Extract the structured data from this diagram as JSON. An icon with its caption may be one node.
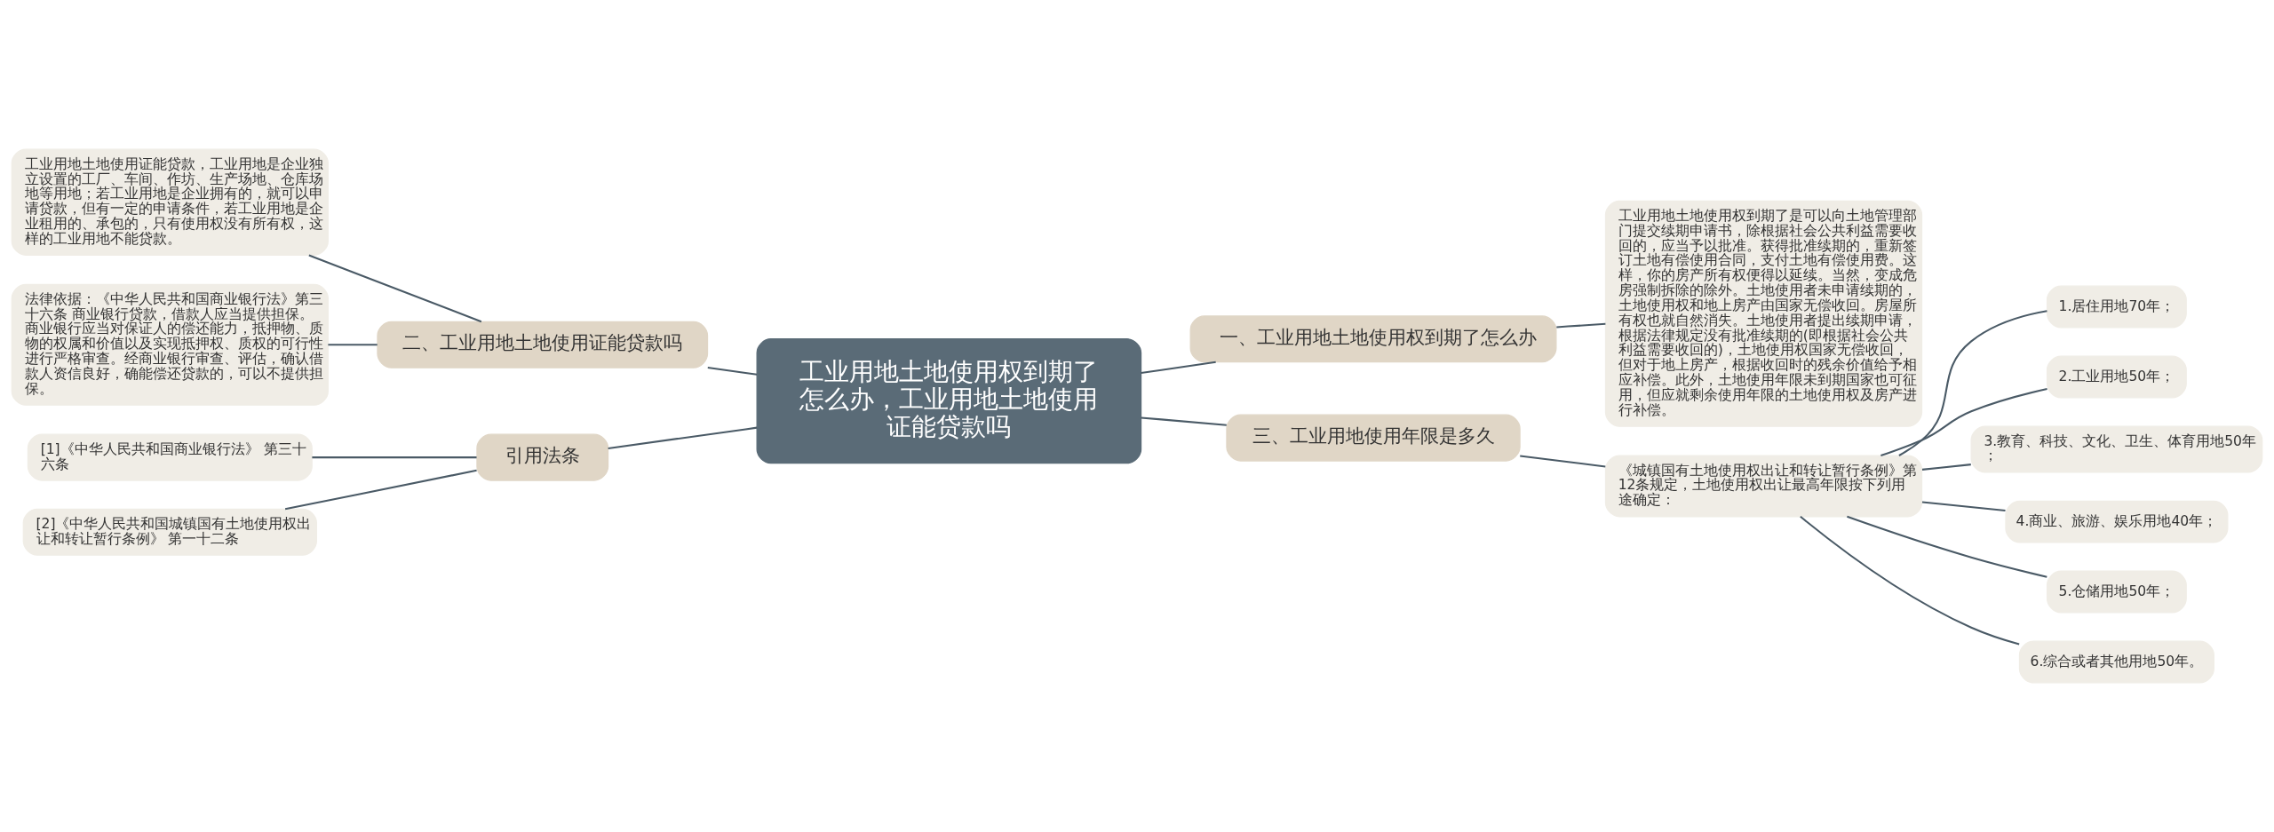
{
  "diagram": {
    "nodes": [
      {
        "text": [
          "工业用地土地使用权到期了怎么办，工业用地土地使用证能贷款吗"
        ]
      },
      {
        "text": [
          "一、工业用地土地使用权到期了怎么办"
        ]
      },
      {
        "text": [
          "工业用地土地使用权到期了是可以向土地管理部门提交续期申请书，除根据社会公共利益需要收回的，应当予以批准。获得批准续期的，重新签订土地有偿使用合同，支付土地有偿使用费。这样，你的房产所有权便得以延续。当然，变成危房强制拆除的除外。土地使用者未申请续期的，土地使用权和地上房产由国家无偿收回。房屋所有权也就自然消失。土地使用者提出续期申请，根据法律规定没有批准续期的(即根据社会公共利益需要收回的)，土地使用权国家无偿收回，但对于地上房产，根据收回时的残余价值给予相应补偿。此外，土地使用年限未到期国家也可征用，但应就剩余使用年限的土地使用权及房产进行补偿。"
        ]
      },
      {
        "text": [
          "二、工业用地土地使用证能贷款吗"
        ]
      },
      {
        "text": [
          "工业用地土地使用证能贷款，工业用地是企业独立设置的工厂、车间、作坊、生产场地、仓库场地等用地；若工业用地是企业拥有的，就可以申请贷款，但有一定的申请条件，若工业用地是企业租用的、承包的，只有使用权没有所有权，这样的工业用地不能贷款。"
        ]
      },
      {
        "text": [
          "法律依据：《中华人民共和国商业银行法》第三十六条 商业银行贷款，借款人应当提供担保。商业银行应当对保证人的偿还能力，抵押物、质物的权属和价值以及实现抵押权、质权的可行性进行严格审查。经商业银行审查、评估，确认借款人资信良好，确能偿还贷款的，可以不提供担保。"
        ]
      },
      {
        "text": [
          "引用法条"
        ]
      },
      {
        "text": [
          "[1]《中华人民共和国商业银行法》 第三十六条"
        ]
      },
      {
        "text": [
          "[2]《中华人民共和国城镇国有土地使用权出让和转让暂行条例》 第一十二条"
        ]
      },
      {
        "text": [
          "三、工业用地使用年限是多久"
        ]
      },
      {
        "text": [
          "《城镇国有土地使用权出让和转让暂行条例》第12条规定，土地使用权出让最高年限按下列用途确定："
        ]
      },
      {
        "text": [
          "1.居住用地70年；"
        ]
      },
      {
        "text": [
          "2.工业用地50年；"
        ]
      },
      {
        "text": [
          "3.教育、科技、文化、卫生、体育用地50年；"
        ]
      },
      {
        "text": [
          "4.商业、旅游、娱乐用地40年；"
        ]
      },
      {
        "text": [
          "5.仓储用地50年；"
        ]
      },
      {
        "text": [
          "6.综合或者其他用地50年。"
        ]
      }
    ],
    "edges": [
      {
        "from": 0,
        "to": 1,
        "arrow": "none"
      },
      {
        "from": 1,
        "to": 2,
        "arrow": "none"
      },
      {
        "from": 0,
        "to": 3,
        "arrow": "none"
      },
      {
        "from": 3,
        "to": 4,
        "arrow": "none"
      },
      {
        "from": 3,
        "to": 5,
        "arrow": "none"
      },
      {
        "from": 0,
        "to": 6,
        "arrow": "none"
      },
      {
        "from": 6,
        "to": 7,
        "arrow": "none"
      },
      {
        "from": 6,
        "to": 8,
        "arrow": "none"
      },
      {
        "from": 0,
        "to": 9,
        "arrow": "none"
      },
      {
        "from": 9,
        "to": 10,
        "arrow": "none"
      },
      {
        "from": 10,
        "to": 11,
        "arrow": "none"
      },
      {
        "from": 10,
        "to": 12,
        "arrow": "none"
      },
      {
        "from": 10,
        "to": 13,
        "arrow": "none"
      },
      {
        "from": 10,
        "to": 14,
        "arrow": "none"
      },
      {
        "from": 10,
        "to": 15,
        "arrow": "none"
      },
      {
        "from": 10,
        "to": 16,
        "arrow": "none"
      }
    ]
  }
}
